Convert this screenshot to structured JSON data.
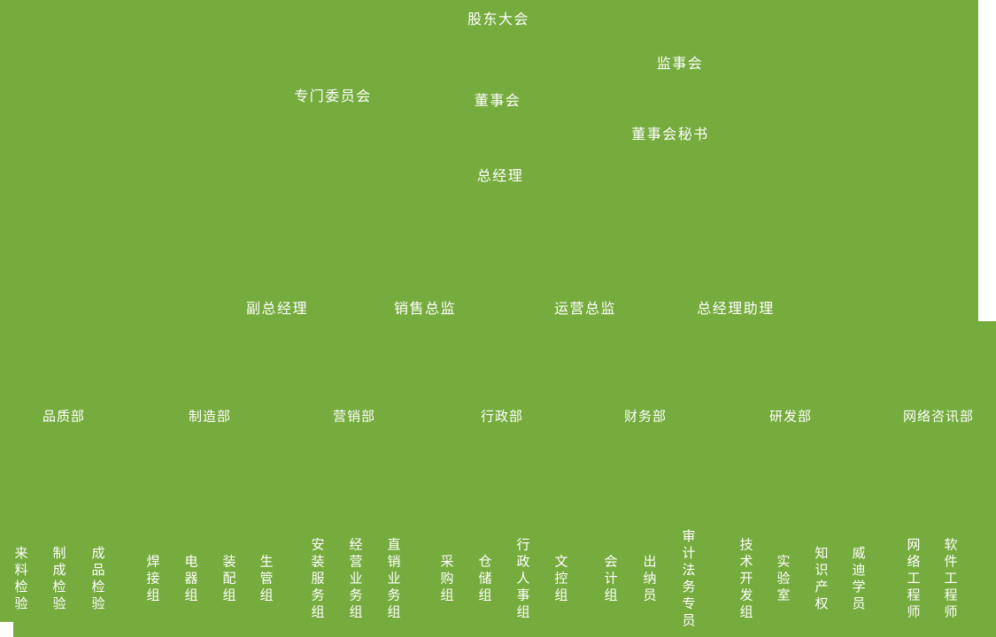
{
  "canvas": {
    "background_color": "#76ab3e",
    "text_color": "#ffffff"
  },
  "nodes": {
    "governance": [
      {
        "label": "股东大会"
      },
      {
        "label": "监事会"
      },
      {
        "label": "专门委员会"
      },
      {
        "label": "董事会"
      },
      {
        "label": "董事会秘书"
      },
      {
        "label": "总经理"
      }
    ],
    "executives": [
      {
        "label": "副总经理"
      },
      {
        "label": "销售总监"
      },
      {
        "label": "运营总监"
      },
      {
        "label": "总经理助理"
      }
    ],
    "departments": [
      {
        "label": "品质部"
      },
      {
        "label": "制造部"
      },
      {
        "label": "营销部"
      },
      {
        "label": "行政部"
      },
      {
        "label": "财务部"
      },
      {
        "label": "研发部"
      },
      {
        "label": "网络咨讯部"
      }
    ],
    "teams": [
      {
        "label": "来料检验"
      },
      {
        "label": "制成检验"
      },
      {
        "label": "成品检验"
      },
      {
        "label": "焊接组"
      },
      {
        "label": "电器组"
      },
      {
        "label": "装配组"
      },
      {
        "label": "生管组"
      },
      {
        "label": "安装服务组"
      },
      {
        "label": "经营业务组"
      },
      {
        "label": "直销业务组"
      },
      {
        "label": "采购组"
      },
      {
        "label": "仓储组"
      },
      {
        "label": "行政人事组"
      },
      {
        "label": "文控组"
      },
      {
        "label": "会计组"
      },
      {
        "label": "出纳员"
      },
      {
        "label": "审计法务专员"
      },
      {
        "label": "技术开发组"
      },
      {
        "label": "实验室"
      },
      {
        "label": "知识产权"
      },
      {
        "label": "威迪学员"
      },
      {
        "label": "网络工程师"
      },
      {
        "label": "软件工程师"
      }
    ]
  }
}
